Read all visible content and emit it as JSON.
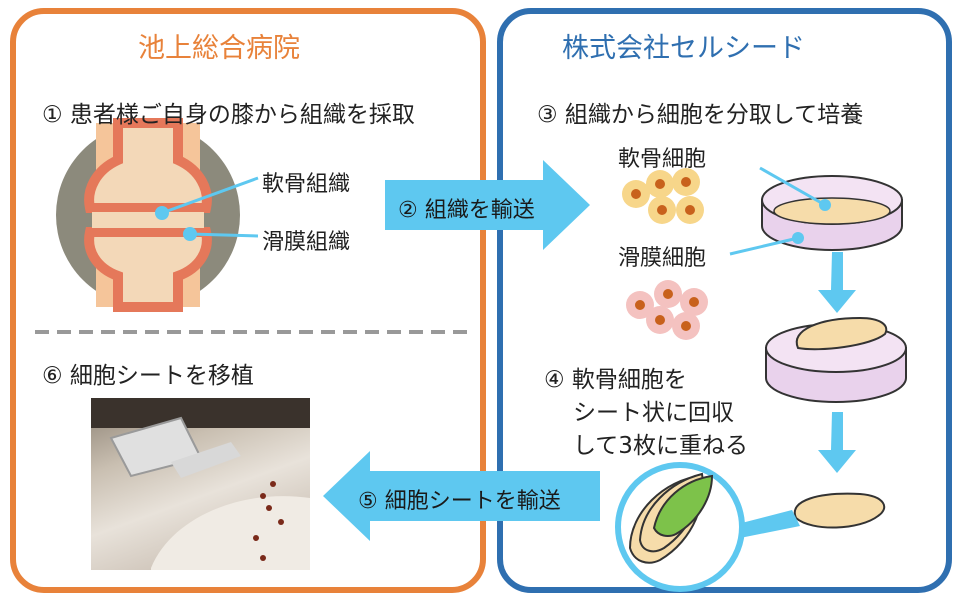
{
  "left": {
    "title": "池上総合病院"
  },
  "right": {
    "title": "株式会社セルシード"
  },
  "steps": {
    "s1": "① 患者様ご自身の膝から組織を採取",
    "s2": "② 組織を輸送",
    "s3": "③ 組織から細胞を分取して培養",
    "s4_line1": "④ 軟骨細胞を",
    "s4_line2": "シート状に回収",
    "s4_line3": "して3枚に重ねる",
    "s5": "⑤ 細胞シートを輸送",
    "s6": "⑥ 細胞シートを移植"
  },
  "labels": {
    "cartilage_tissue": "軟骨組織",
    "synovial_tissue": "滑膜組織",
    "chondrocyte": "軟骨細胞",
    "synovial_cell": "滑膜細胞"
  },
  "colors": {
    "hospital": "#e8823a",
    "company": "#2f6fb0",
    "arrow": "#5ec8f0"
  }
}
